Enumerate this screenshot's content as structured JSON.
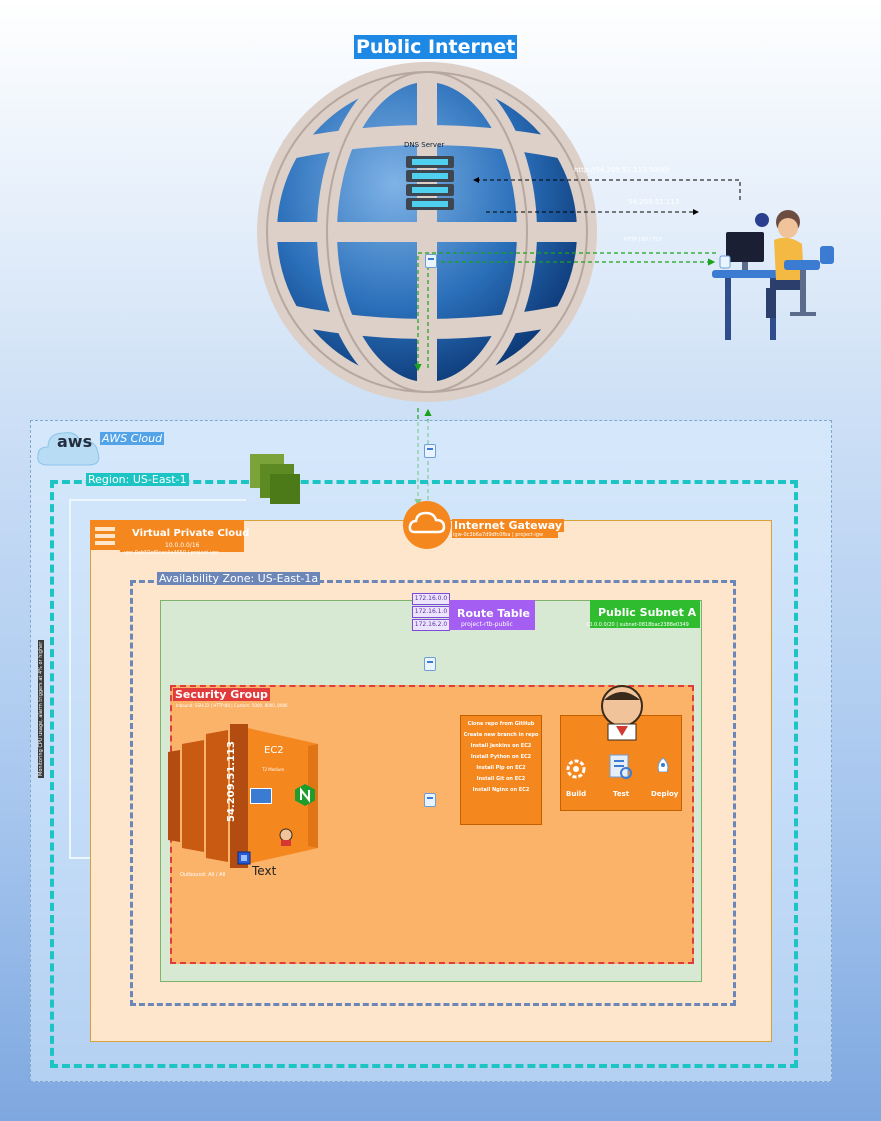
{
  "title": "Public Internet",
  "dns_server_label": "DNS Server",
  "flows": {
    "url": "http://54.209.51.113:5000/",
    "ip": "54.209.51.113",
    "protocol": "HTTP | 80 | TCP"
  },
  "aws_logo": "aws",
  "aws_cloud": "AWS Cloud",
  "region": "Region: US-East-1",
  "vpc": {
    "title": "Virtual Private Cloud",
    "cidr": "10.0.0.0/16",
    "id": "vpc-0ab50ef0cac4a4650 | project-vpc"
  },
  "igw": {
    "title": "Internet Gateway",
    "id": "igw-0c3b6a7d9dfc0fba | project-igw"
  },
  "az": "Availability Zone: US-East-1a",
  "route_table": {
    "title": "Route Table",
    "name": "project-rtb-public",
    "routes": [
      "172.16.0.0",
      "172.16.1.0",
      "172.16.2.0"
    ]
  },
  "subnet": {
    "title": "Public Subnet A",
    "cidr": "10.0.0.0/20 | subnet-0818bac2388e0349"
  },
  "security_group": {
    "title": "Security Group",
    "rules": "Inbound: SSH:22 | HTTP:80 | Custom: 5000, 8000, 8080"
  },
  "ec2": {
    "title": "EC2",
    "type": "T2 Medium",
    "ip": "54.209.51.113",
    "outbound": "Outbound: All / All",
    "text": "Text"
  },
  "cloudwatch_note": "Monitoring CPU usage, alarm triggers at 4% or higher",
  "pipeline_steps": [
    "Clone repo from GitHub",
    "Create new branch in repo",
    "Install Jenkins on EC2",
    "Install Python on EC2",
    "Install Pip on EC2",
    "Install Git on EC2",
    "Install Nginx on EC2"
  ],
  "stages": {
    "build": "Build",
    "test": "Test",
    "deploy": "Deploy"
  },
  "colors": {
    "region": "#1cc4c4",
    "vpc": "#f5871f",
    "subnet": "#2fbd2f",
    "security_group": "#e23b3b",
    "route_table": "#a45ef2",
    "flow": "#1aa31a"
  }
}
